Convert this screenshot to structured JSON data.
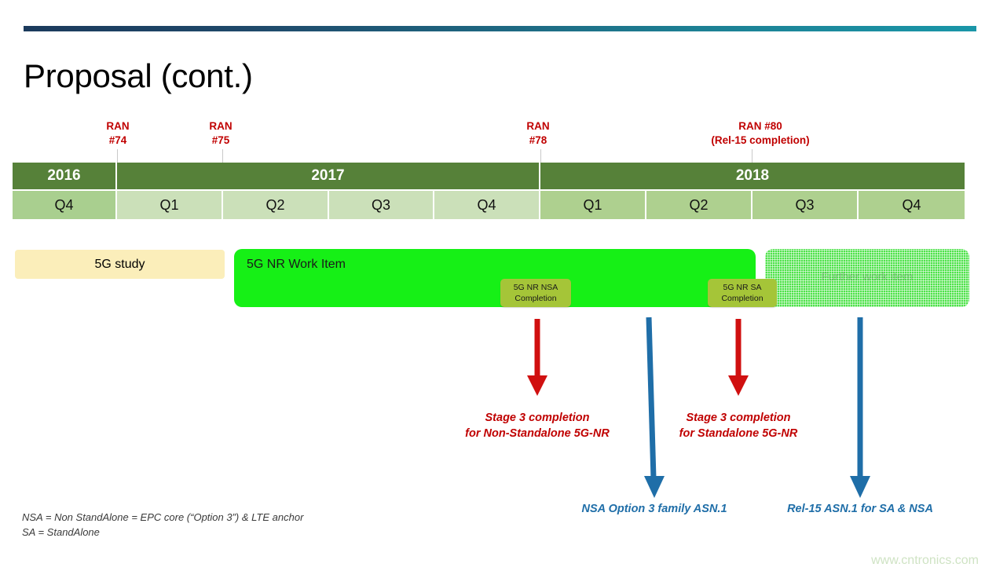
{
  "slide": {
    "title": "Proposal (cont.)",
    "accent_dark": "#1b3a5c",
    "accent_teal": "#1a96a8"
  },
  "milestones": [
    {
      "id": "ran74",
      "label": "RAN\n#74"
    },
    {
      "id": "ran75",
      "label": "RAN\n#75"
    },
    {
      "id": "ran78",
      "label": "RAN\n#78"
    },
    {
      "id": "ran80",
      "label": "RAN #80\n(Rel-15 completion)"
    }
  ],
  "timeline": {
    "years": [
      {
        "label": "2016",
        "span": 1
      },
      {
        "label": "2017",
        "span": 4
      },
      {
        "label": "2018",
        "span": 4
      }
    ],
    "quarters": [
      {
        "label": "Q4",
        "year": "2016"
      },
      {
        "label": "Q1",
        "year": "2017"
      },
      {
        "label": "Q2",
        "year": "2017"
      },
      {
        "label": "Q3",
        "year": "2017"
      },
      {
        "label": "Q4",
        "year": "2017"
      },
      {
        "label": "Q1",
        "year": "2018"
      },
      {
        "label": "Q2",
        "year": "2018"
      },
      {
        "label": "Q3",
        "year": "2018"
      },
      {
        "label": "Q4",
        "year": "2018"
      }
    ],
    "year_color": "#568139",
    "q2016_color": "#a9cf8f",
    "q2017_color": "#cbe0b9",
    "q2018_color": "#aed08f"
  },
  "bars": {
    "study": {
      "label": "5G study",
      "color": "#fbeeba"
    },
    "work_item": {
      "label": "5G NR Work Item",
      "color": "#16f016"
    },
    "further": {
      "label": "Further work item",
      "color": "#4ee24a"
    },
    "nsa_completion": {
      "label": "5G NR NSA\nCompletion",
      "color": "#a5c538"
    },
    "sa_completion": {
      "label": "5G NR SA\nCompletion",
      "color": "#a5c538"
    }
  },
  "annotations": {
    "red_color": "#c00000",
    "blue_color": "#1f6ea8",
    "stage3_nsa": "Stage 3 completion\nfor Non-Standalone 5G-NR",
    "stage3_sa": "Stage 3 completion\nfor Standalone 5G-NR",
    "asn1_nsa": "NSA Option 3  family ASN.1",
    "asn1_rel15": "Rel-15 ASN.1 for SA & NSA"
  },
  "footnote": "NSA = Non StandAlone = EPC core (“Option 3”) & LTE anchor\nSA = StandAlone",
  "watermark": "www.cntronics.com"
}
